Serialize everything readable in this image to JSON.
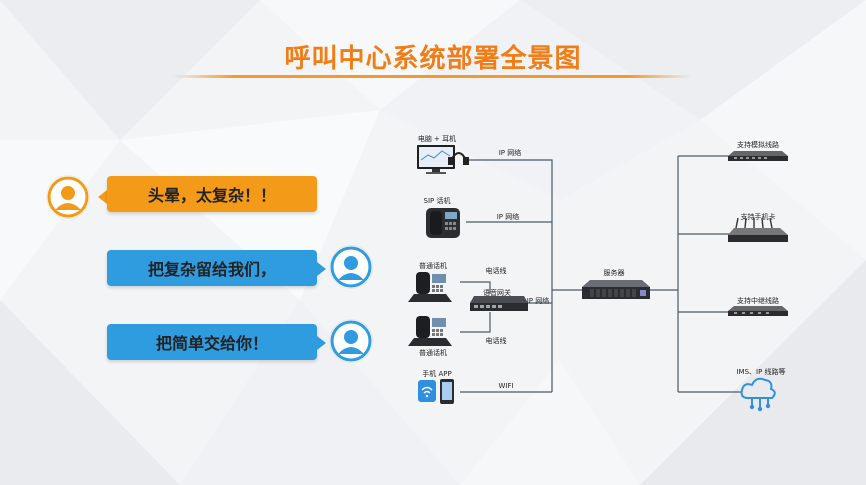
{
  "title": "呼叫中心系统部署全景图",
  "colors": {
    "title": "#f07d16",
    "underline": "#f29a2e",
    "orange_bubble": "#f39b19",
    "blue_bubble": "#2f9ce0",
    "orange_avatar": "#f39b19",
    "blue_avatar": "#2f9ce0",
    "line": "#4a5a6a"
  },
  "bubbles": [
    {
      "text": "头晕，太复杂！！"
    },
    {
      "text": "把复杂留给我们，"
    },
    {
      "text": "把简单交给你！"
    }
  ],
  "devices": {
    "pc_headset": "电脑 + 耳机",
    "sip_phone": "SIP 话机",
    "phone_top": "普通话机",
    "phone_bottom": "普通话机",
    "mobile_app": "手机 APP",
    "gateway": "语音网关",
    "server": "服务器",
    "analog_line": "支持模拟线路",
    "sim_card": "支持手机卡",
    "trunk_line": "支持中继线路",
    "ims_ip": "IMS、IP 线路等"
  },
  "links": {
    "ip_network_1": "IP 网络",
    "ip_network_2": "IP 网络",
    "ip_network_3": "IP 网络",
    "phone_line_1": "电话线",
    "phone_line_2": "电话线",
    "wifi": "WIFI"
  }
}
